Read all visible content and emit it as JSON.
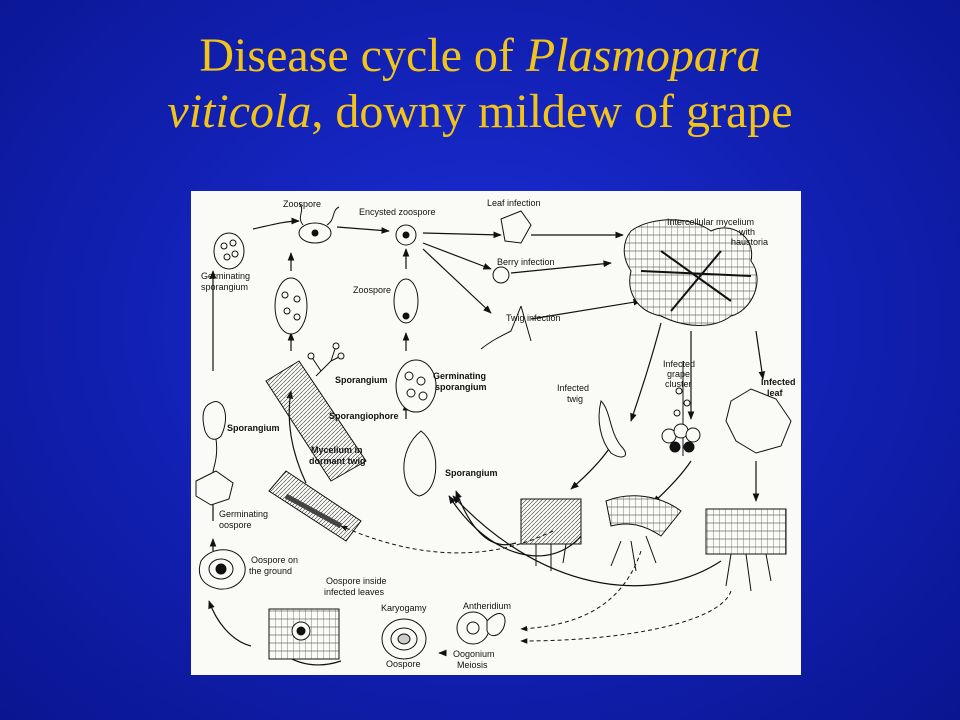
{
  "title": {
    "line1_prefix": "Disease cycle of ",
    "line1_italic": "Plasmopara",
    "line2_italic": "viticola",
    "line2_suffix": ", downy mildew of grape"
  },
  "labels": {
    "zoospore_top": "Zoospore",
    "encysted_zoospore": "Encysted zoospore",
    "leaf_infection": "Leaf infection",
    "intercellular_mycelium_1": "Intercellular mycelium",
    "intercellular_mycelium_2": "with",
    "intercellular_mycelium_3": "haustoria",
    "berry_infection": "Berry infection",
    "twig_infection": "Twig infection",
    "germinating_sporangium_left_1": "Germinating",
    "germinating_sporangium_left_2": "sporangium",
    "zoospore_mid": "Zoospore",
    "sporangium_mid": "Sporangium",
    "sporangiophore": "Sporangiophore",
    "germinating_sporangium_mid_1": "Germinating",
    "germinating_sporangium_mid_2": "sporangium",
    "infected_twig_1": "Infected",
    "infected_twig_2": "twig",
    "infected_cluster_1": "Infected",
    "infected_cluster_2": "grape",
    "infected_cluster_3": "cluster",
    "infected_leaf_1": "Infected",
    "infected_leaf_2": "leaf",
    "sporangium_left": "Sporangium",
    "mycelium_twig_1": "Mycelium in",
    "mycelium_twig_2": "dormant twig",
    "sporangium_center": "Sporangium",
    "germinating_oospore_1": "Germinating",
    "germinating_oospore_2": "oospore",
    "oospore_ground_1": "Oospore on",
    "oospore_ground_2": "the ground",
    "oospore_inside_1": "Oospore inside",
    "oospore_inside_2": "infected leaves",
    "karyogamy": "Karyogamy",
    "antheridium": "Antheridium",
    "oospore_bottom": "Oospore",
    "oogonium": "Oogonium",
    "meiosis": "Meiosis"
  }
}
